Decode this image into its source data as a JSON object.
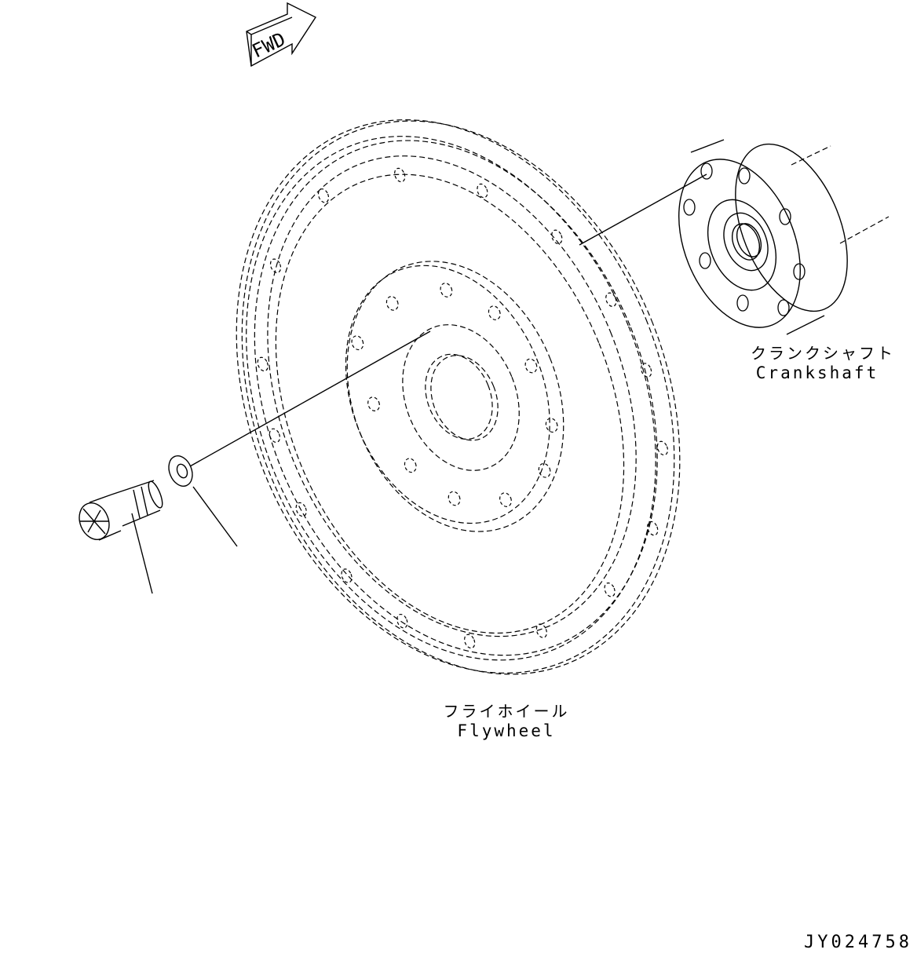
{
  "fwd_arrow": {
    "label": "FWD"
  },
  "crankshaft": {
    "label_ja": "クランクシャフト",
    "label_en": "Crankshaft"
  },
  "flywheel": {
    "label_ja": "フライホイール",
    "label_en": "Flywheel"
  },
  "drawing_number": "JY024758"
}
